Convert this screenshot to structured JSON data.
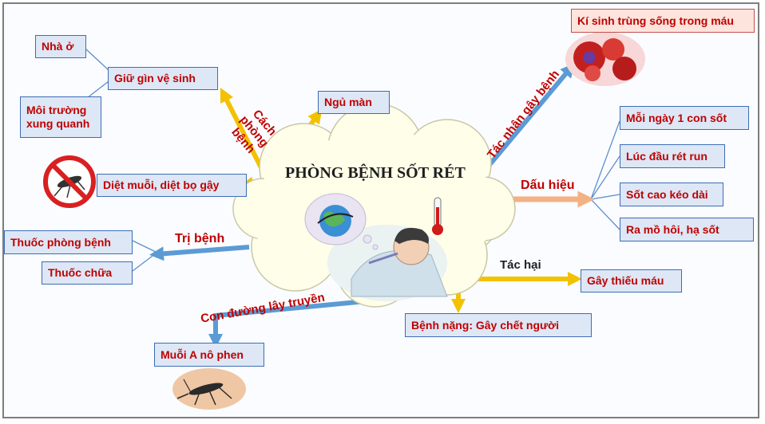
{
  "title": "PHÒNG BỆNH SỐT RÉT",
  "branches": {
    "cach_phong_benh": "Cách phòng bệnh",
    "tac_nhan": "Tác nhân gây bệnh",
    "dau_hieu": "Dấu hiệu",
    "tri_benh": "Trị bệnh",
    "con_duong": "Con đường lây truyền",
    "tac_hai": "Tác hại"
  },
  "nodes": {
    "nha_o": "Nhà ở",
    "giu_gin": "Giữ gìn vệ sinh",
    "moi_truong": "Môi trường xung quanh",
    "ngu_man": "Ngủ màn",
    "diet_muoi": "Diệt muỗi, diệt bọ gậy",
    "ki_sinh": "Kí sinh trùng sống trong máu",
    "moi_ngay": "Mỗi ngày 1 con sốt",
    "luc_dau": "Lúc đầu rét run",
    "sot_cao": "Sốt cao kéo dài",
    "ra_mo_hoi": "Ra mồ hôi, hạ sốt",
    "thuoc_phong": "Thuốc phòng bệnh",
    "thuoc_chua": "Thuốc chữa",
    "gay_thieu_mau": "Gây thiếu máu",
    "benh_nang": "Bệnh nặng: Gây chết người",
    "muoi_a": "Muỗi A nô phen"
  },
  "colors": {
    "node_text": "#c00000",
    "node_fill": "#dde7f6",
    "node_border": "#3d6db5",
    "arrow_yellow": "#f2c200",
    "arrow_blue": "#5b9bd5",
    "arrow_peach": "#f4b183",
    "cloud_fill": "#fffee8"
  }
}
